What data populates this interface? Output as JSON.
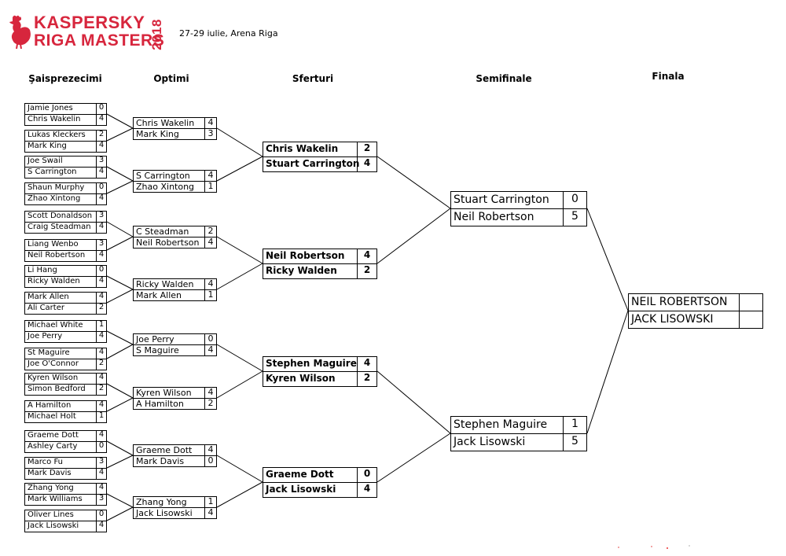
{
  "header": {
    "logo_line1": "KASPERSKY",
    "logo_line2": "RIGA MASTERS",
    "logo_year": "2018",
    "logo_icon": "rooster-icon",
    "subtitle": "27-29 iulie, Arena Riga",
    "brand_color": "#d7263d"
  },
  "rounds": [
    {
      "label": "Şaisprezecimi"
    },
    {
      "label": "Optimi"
    },
    {
      "label": "Sferturi"
    },
    {
      "label": "Semifinale"
    },
    {
      "label": "Finala"
    }
  ],
  "matches": {
    "r1": [
      [
        [
          "Jamie Jones",
          "0"
        ],
        [
          "Chris Wakelin",
          "4"
        ]
      ],
      [
        [
          "Lukas Kleckers",
          "2"
        ],
        [
          "Mark King",
          "4"
        ]
      ],
      [
        [
          "Joe Swail",
          "3"
        ],
        [
          "S Carrington",
          "4"
        ]
      ],
      [
        [
          "Shaun Murphy",
          "0"
        ],
        [
          "Zhao Xintong",
          "4"
        ]
      ],
      [
        [
          "Scott Donaldson",
          "3"
        ],
        [
          "Craig Steadman",
          "4"
        ]
      ],
      [
        [
          "Liang Wenbo",
          "3"
        ],
        [
          "Neil Robertson",
          "4"
        ]
      ],
      [
        [
          "Li Hang",
          "0"
        ],
        [
          "Ricky Walden",
          "4"
        ]
      ],
      [
        [
          "Mark Allen",
          "4"
        ],
        [
          "Ali Carter",
          "2"
        ]
      ],
      [
        [
          "Michael White",
          "1"
        ],
        [
          "Joe Perry",
          "4"
        ]
      ],
      [
        [
          "St Maguire",
          "4"
        ],
        [
          "Joe O'Connor",
          "2"
        ]
      ],
      [
        [
          "Kyren Wilson",
          "4"
        ],
        [
          "Simon Bedford",
          "2"
        ]
      ],
      [
        [
          "A Hamilton",
          "4"
        ],
        [
          "Michael Holt",
          "1"
        ]
      ],
      [
        [
          "Graeme Dott",
          "4"
        ],
        [
          "Ashley Carty",
          "0"
        ]
      ],
      [
        [
          "Marco Fu",
          "3"
        ],
        [
          "Mark Davis",
          "4"
        ]
      ],
      [
        [
          "Zhang Yong",
          "4"
        ],
        [
          "Mark Williams",
          "3"
        ]
      ],
      [
        [
          "Oliver Lines",
          "0"
        ],
        [
          "Jack Lisowski",
          "4"
        ]
      ]
    ],
    "r2": [
      [
        [
          "Chris Wakelin",
          "4"
        ],
        [
          "Mark King",
          "3"
        ]
      ],
      [
        [
          "S Carrington",
          "4"
        ],
        [
          "Zhao Xintong",
          "1"
        ]
      ],
      [
        [
          "C Steadman",
          "2"
        ],
        [
          "Neil Robertson",
          "4"
        ]
      ],
      [
        [
          "Ricky Walden",
          "4"
        ],
        [
          "Mark Allen",
          "1"
        ]
      ],
      [
        [
          "Joe Perry",
          "0"
        ],
        [
          "S Maguire",
          "4"
        ]
      ],
      [
        [
          "Kyren Wilson",
          "4"
        ],
        [
          "A Hamilton",
          "2"
        ]
      ],
      [
        [
          "Graeme Dott",
          "4"
        ],
        [
          "Mark Davis",
          "0"
        ]
      ],
      [
        [
          "Zhang Yong",
          "1"
        ],
        [
          "Jack Lisowski",
          "4"
        ]
      ]
    ],
    "r3": [
      [
        [
          "Chris Wakelin",
          "2"
        ],
        [
          "Stuart Carrington",
          "4"
        ]
      ],
      [
        [
          "Neil Robertson",
          "4"
        ],
        [
          "Ricky Walden",
          "2"
        ]
      ],
      [
        [
          "Stephen Maguire",
          "4"
        ],
        [
          "Kyren Wilson",
          "2"
        ]
      ],
      [
        [
          "Graeme Dott",
          "0"
        ],
        [
          "Jack Lisowski",
          "4"
        ]
      ]
    ],
    "r4": [
      [
        [
          "Stuart Carrington",
          "0"
        ],
        [
          "Neil Robertson",
          "5"
        ]
      ],
      [
        [
          "Stephen Maguire",
          "1"
        ],
        [
          "Jack Lisowski",
          "5"
        ]
      ]
    ],
    "r5": [
      [
        [
          "NEIL ROBERTSON",
          ""
        ],
        [
          "JACK LISOWSKI",
          ""
        ]
      ]
    ]
  }
}
